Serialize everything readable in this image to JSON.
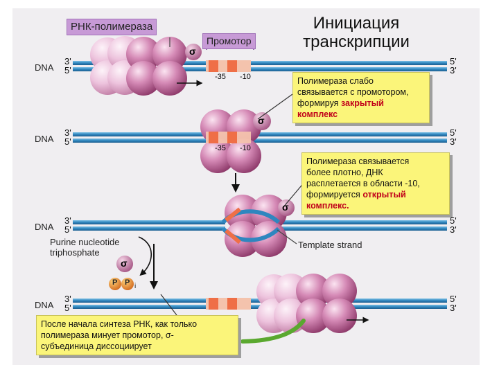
{
  "title_line1": "Инициация",
  "title_line2": "транскрипции",
  "labels": {
    "rna_polymerase": "РНК-полимераза",
    "promoter": "Промотор",
    "dna": "DNA",
    "three_prime": "3'",
    "five_prime": "5'",
    "minus35": "-35",
    "minus10": "-10",
    "sigma": "σ",
    "purine_line1": "Purine nucleotide",
    "purine_line2": "triphosphate",
    "template_strand": "Template strand",
    "p": "P",
    "i": "i"
  },
  "callouts": {
    "closed": {
      "line1": "Полимераза слабо",
      "line2": "связывается с промотором,",
      "line3_a": "формируя ",
      "line3_b": "закрытый",
      "line4": "комплекс"
    },
    "open": {
      "line1": "Полимераза связывается",
      "line2": "более плотно, ДНК",
      "line3": "расплетается в области -10,",
      "line4_a": "формируется ",
      "line4_b": "открытый",
      "line5": "комплекс."
    },
    "release": {
      "line1": "После начала синтеза РНК, как только",
      "line2": "полимераза минует промотор, σ-",
      "line3": "субъединица диссоциирует"
    }
  },
  "colors": {
    "dna": "#3d8fc2",
    "promoter": "#f07f5a",
    "polymerase": "#c8689c",
    "polymerase_light": "#e9b8d6",
    "rna": "#6ab437",
    "callout": "#fbf57a",
    "label_box": "#c79ad6"
  }
}
